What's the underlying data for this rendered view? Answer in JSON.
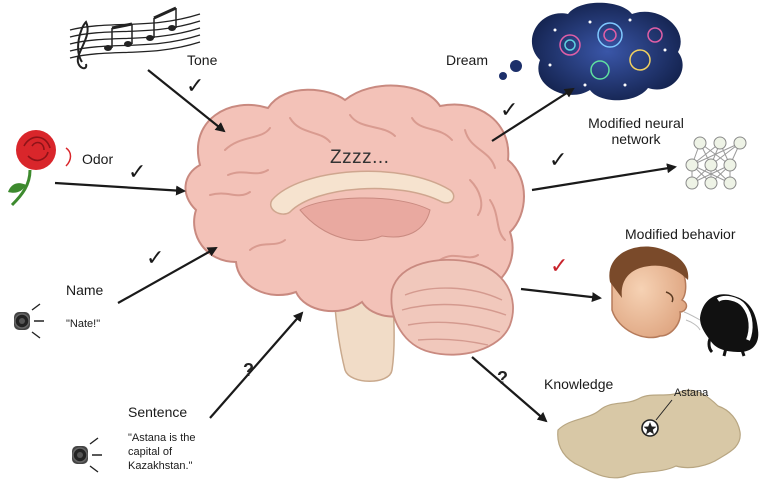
{
  "center": {
    "label": "Zzzz..."
  },
  "inputs": [
    {
      "id": "tone",
      "label": "Tone",
      "status": "check",
      "icon": "music-notes-icon"
    },
    {
      "id": "odor",
      "label": "Odor",
      "status": "check",
      "icon": "rose-icon"
    },
    {
      "id": "name",
      "label": "Name",
      "status": "check",
      "icon": "speaker-icon",
      "quote": "\"Nate!\""
    },
    {
      "id": "sentence",
      "label": "Sentence",
      "status": "?",
      "icon": "speaker-icon",
      "quote_lines": [
        "\"Astana is the",
        "capital of",
        "Kazakhstan.\""
      ]
    }
  ],
  "outputs": [
    {
      "id": "dream",
      "label": "Dream",
      "status": "check",
      "icon": "dream-cloud-icon"
    },
    {
      "id": "network",
      "label_lines": [
        "Modified neural",
        "network"
      ],
      "status": "check",
      "icon": "neural-network-icon"
    },
    {
      "id": "behavior",
      "label": "Modified behavior",
      "status": "check",
      "status_color": "#c8232c",
      "icon": "face-and-skunk-icon"
    },
    {
      "id": "knowledge",
      "label": "Knowledge",
      "status": "?",
      "icon": "kazakhstan-map-icon",
      "map_label": "Astana"
    }
  ],
  "colors": {
    "brain": "#f3c2b8",
    "brain_outline": "#c98a80",
    "arrow": "#1a1a1a",
    "red_check": "#c8232c",
    "map": "#d8c8a6",
    "cloud": "#1c2f6a"
  },
  "question_mark": "?",
  "check_mark": "✓"
}
